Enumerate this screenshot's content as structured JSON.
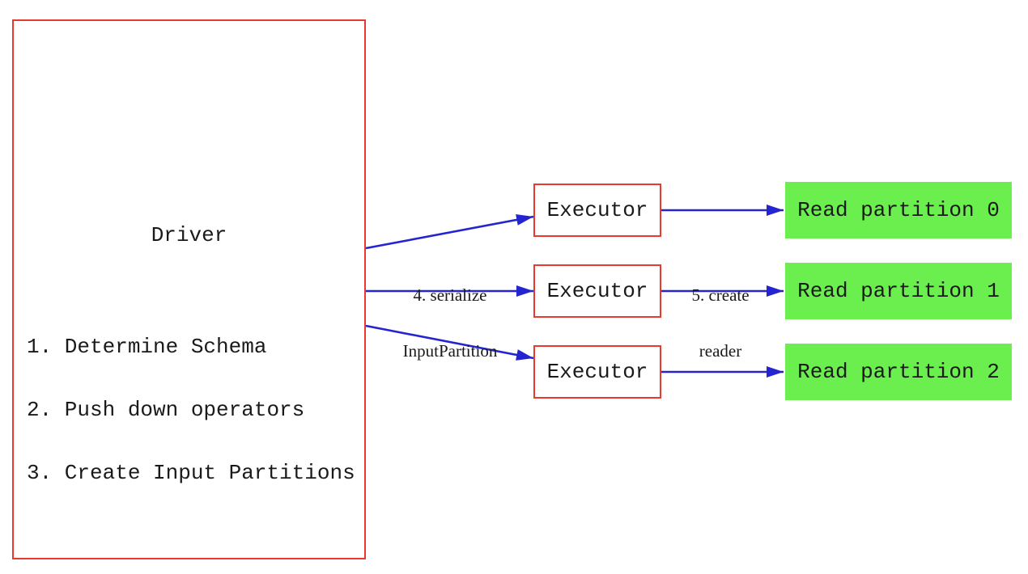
{
  "driver": {
    "title": "Driver",
    "steps": [
      "1. Determine Schema",
      "2. Push down operators",
      "3. Create Input Partitions"
    ]
  },
  "rows": [
    {
      "executor": "Executor",
      "partition": "Read partition 0"
    },
    {
      "executor": "Executor",
      "partition": "Read partition 1"
    },
    {
      "executor": "Executor",
      "partition": "Read partition 2"
    }
  ],
  "edge_labels": {
    "serialize_line1": "4. serialize",
    "serialize_line2": "InputPartition",
    "reader_line1": "5. create",
    "reader_line2": "reader"
  },
  "colors": {
    "box_border_red": "#e8392e",
    "arrow_blue": "#2424d0",
    "partition_green": "#6aef4e",
    "text_black": "#1a1a1a"
  }
}
